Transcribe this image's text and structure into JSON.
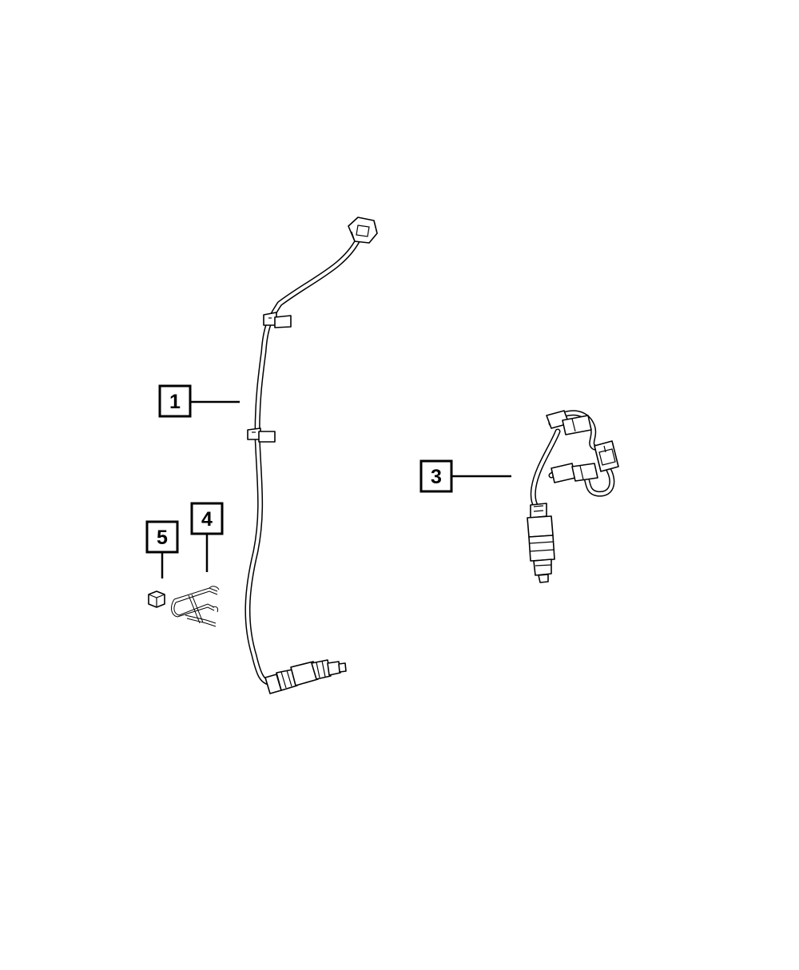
{
  "callouts": [
    {
      "id": "1",
      "label": "1"
    },
    {
      "id": "3",
      "label": "3"
    },
    {
      "id": "4",
      "label": "4"
    },
    {
      "id": "5",
      "label": "5"
    }
  ]
}
